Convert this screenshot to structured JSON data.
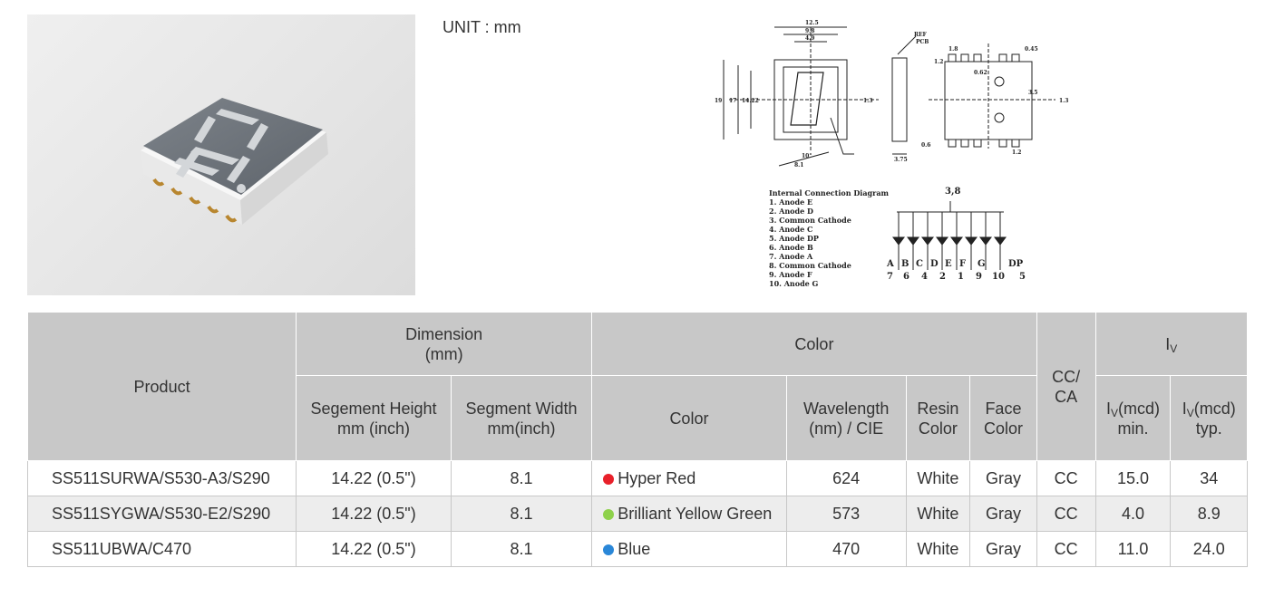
{
  "unit_label": "UNIT : mm",
  "drawing": {
    "front_dims": [
      "12.5",
      "9.8",
      "4.9",
      "19",
      "17",
      "14.22",
      "1.3",
      "8.1",
      "10°"
    ],
    "side_labels": [
      "REF",
      "PCB",
      "3.75",
      "0.6"
    ],
    "bottom_dims": [
      "1.8",
      "0.45",
      "1.2",
      "0.62",
      "3.5",
      "1.2",
      "1.3"
    ],
    "connection_title": "Internal Connection Diagram",
    "connections": [
      "1. Anode E",
      "2. Anode D",
      "3. Common Cathode",
      "4. Anode C",
      "5. Anode DP",
      "6. Anode B",
      "7. Anode A",
      "8. Common Cathode",
      "9. Anode F",
      "10. Anode G"
    ],
    "common_pin": "3,8",
    "segment_letters": [
      "A",
      "B",
      "C",
      "D",
      "E",
      "F",
      "G",
      "DP"
    ],
    "segment_pins": [
      "7",
      "6",
      "4",
      "2",
      "1",
      "9",
      "10",
      "5"
    ]
  },
  "table": {
    "headers": {
      "product": "Product",
      "dimension": "Dimension (mm)",
      "seg_height": "Segement Height mm (inch)",
      "seg_width": "Segment Width mm(inch)",
      "color_group": "Color",
      "color": "Color",
      "wavelength": "Wavelength (nm) / CIE",
      "resin": "Resin Color",
      "face": "Face Color",
      "ccca": "CC/ CA",
      "iv_group": "V",
      "iv_min_suffix": "(mcd) min.",
      "iv_typ_suffix": "(mcd) typ.",
      "iv_letter": "I",
      "iv_sub": "V"
    },
    "rows": [
      {
        "product": "SS511SURWA/S530-A3/S290",
        "height": "14.22 (0.5\")",
        "width": "8.1",
        "color": "Hyper Red",
        "dot": "#e8202a",
        "wavelength": "624",
        "resin": "White",
        "face": "Gray",
        "ccca": "CC",
        "iv_min": "15.0",
        "iv_typ": "34"
      },
      {
        "product": "SS511SYGWA/S530-E2/S290",
        "height": "14.22 (0.5\")",
        "width": "8.1",
        "color": "Brilliant Yellow Green",
        "dot": "#8ed14b",
        "wavelength": "573",
        "resin": "White",
        "face": "Gray",
        "ccca": "CC",
        "iv_min": "4.0",
        "iv_typ": "8.9"
      },
      {
        "product": "SS511UBWA/C470",
        "height": "14.22 (0.5\")",
        "width": "8.1",
        "color": "Blue",
        "dot": "#2a87d8",
        "wavelength": "470",
        "resin": "White",
        "face": "Gray",
        "ccca": "CC",
        "iv_min": "11.0",
        "iv_typ": "24.0"
      }
    ]
  }
}
